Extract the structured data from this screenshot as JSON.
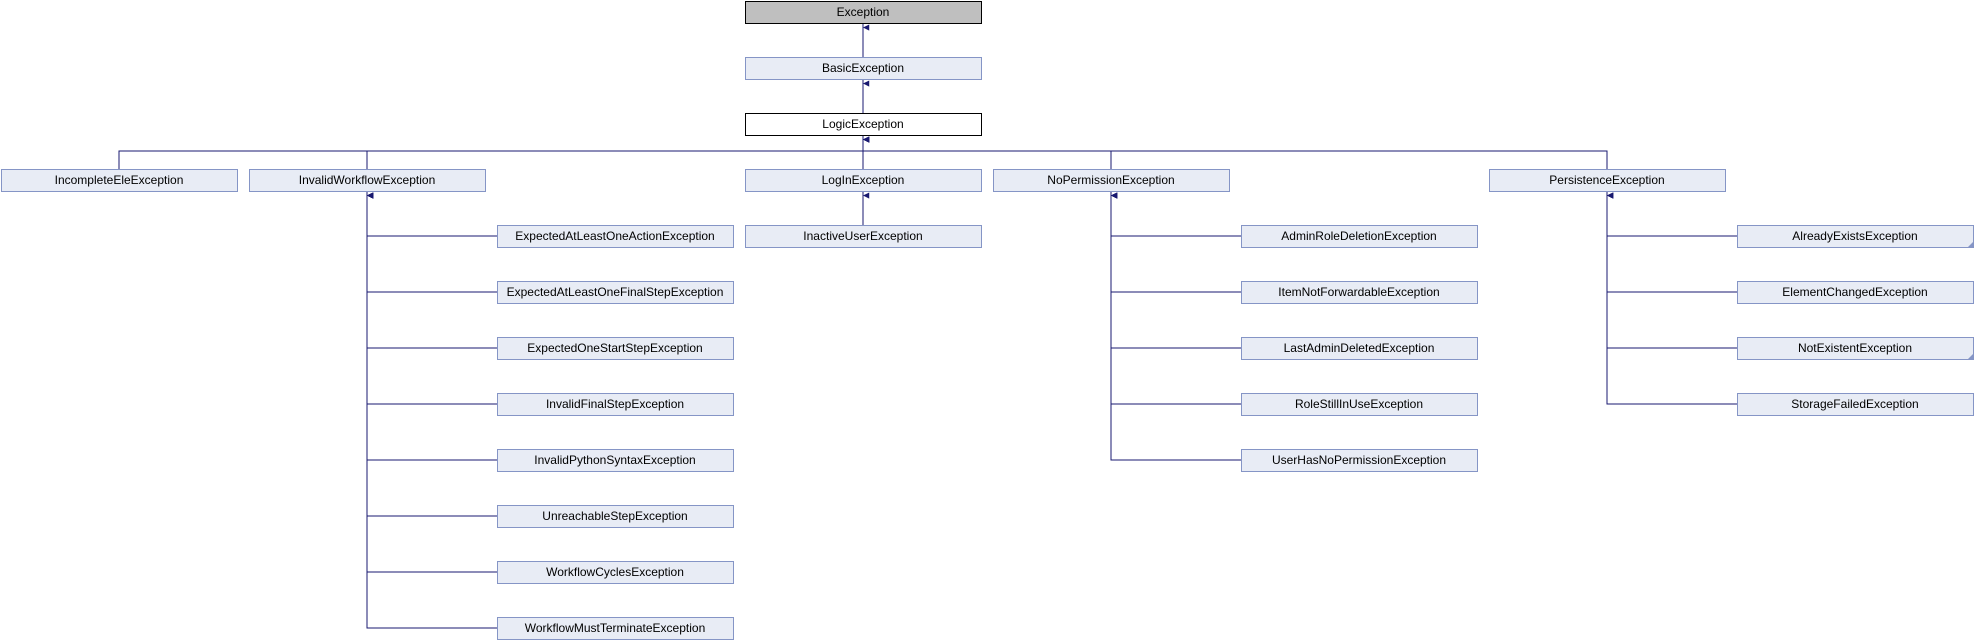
{
  "diagram": {
    "colors": {
      "node_fill": "#e8ecf5",
      "node_border": "#8595c6",
      "root_fill": "#bfbfbf",
      "current_fill": "#ffffff",
      "edge": "#191970"
    },
    "nodes": [
      {
        "id": "exception",
        "label": "Exception",
        "kind": "root"
      },
      {
        "id": "basic",
        "label": "BasicException",
        "parent": "exception"
      },
      {
        "id": "logic",
        "label": "LogicException",
        "parent": "basic",
        "kind": "current"
      },
      {
        "id": "incomplete",
        "label": "IncompleteEleException",
        "parent": "logic"
      },
      {
        "id": "invalidwf",
        "label": "InvalidWorkflowException",
        "parent": "logic"
      },
      {
        "id": "login",
        "label": "LogInException",
        "parent": "logic"
      },
      {
        "id": "noperm",
        "label": "NoPermissionException",
        "parent": "logic"
      },
      {
        "id": "persist",
        "label": "PersistenceException",
        "parent": "logic"
      },
      {
        "id": "inactive",
        "label": "InactiveUserException",
        "parent": "login"
      },
      {
        "id": "atleastaction",
        "label": "ExpectedAtLeastOneActionException",
        "parent": "invalidwf"
      },
      {
        "id": "atleastfinal",
        "label": "ExpectedAtLeastOneFinalStepException",
        "parent": "invalidwf"
      },
      {
        "id": "onestart",
        "label": "ExpectedOneStartStepException",
        "parent": "invalidwf"
      },
      {
        "id": "invalidfinal",
        "label": "InvalidFinalStepException",
        "parent": "invalidwf"
      },
      {
        "id": "pysyntax",
        "label": "InvalidPythonSyntaxException",
        "parent": "invalidwf"
      },
      {
        "id": "unreach",
        "label": "UnreachableStepException",
        "parent": "invalidwf"
      },
      {
        "id": "cycles",
        "label": "WorkflowCyclesException",
        "parent": "invalidwf"
      },
      {
        "id": "mustterm",
        "label": "WorkflowMustTerminateException",
        "parent": "invalidwf"
      },
      {
        "id": "adminrole",
        "label": "AdminRoleDeletionException",
        "parent": "noperm"
      },
      {
        "id": "notfwd",
        "label": "ItemNotForwardableException",
        "parent": "noperm"
      },
      {
        "id": "lastadmin",
        "label": "LastAdminDeletedException",
        "parent": "noperm"
      },
      {
        "id": "roleinuse",
        "label": "RoleStillInUseException",
        "parent": "noperm"
      },
      {
        "id": "userhasno",
        "label": "UserHasNoPermissionException",
        "parent": "noperm"
      },
      {
        "id": "already",
        "label": "AlreadyExistsException",
        "parent": "persist",
        "folded": true
      },
      {
        "id": "changed",
        "label": "ElementChangedException",
        "parent": "persist"
      },
      {
        "id": "notexist",
        "label": "NotExistentException",
        "parent": "persist",
        "folded": true
      },
      {
        "id": "storage",
        "label": "StorageFailedException",
        "parent": "persist"
      }
    ]
  }
}
